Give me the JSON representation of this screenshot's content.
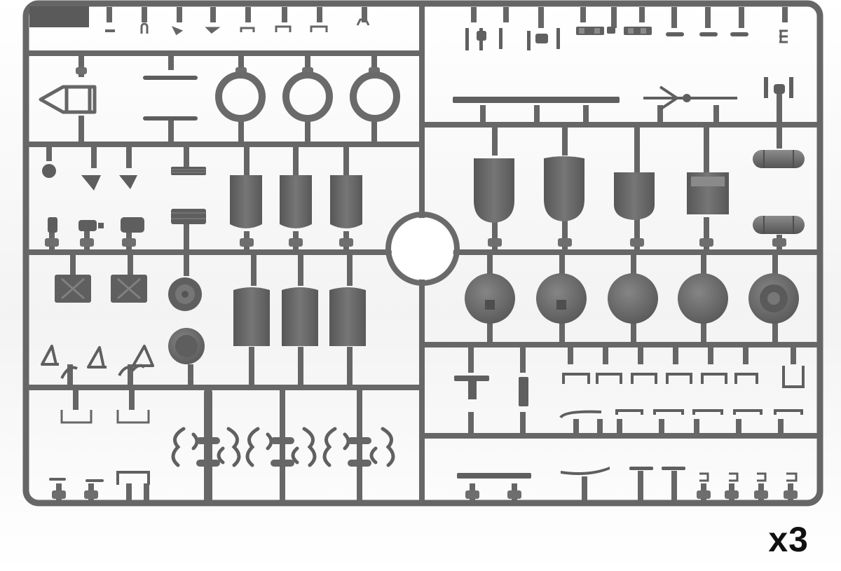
{
  "quantity_label": "x3",
  "colors": {
    "plastic": "#6c6c6c",
    "plastic_light": "#8a8a8a",
    "plastic_dark": "#4e4e4e",
    "background": "#f4f4f4",
    "text": "#111111"
  },
  "icons": [
    "wheel-part",
    "fuel-tank-part",
    "jerry-can-part",
    "seat-part",
    "hand-grip-part",
    "tow-bar-part"
  ]
}
